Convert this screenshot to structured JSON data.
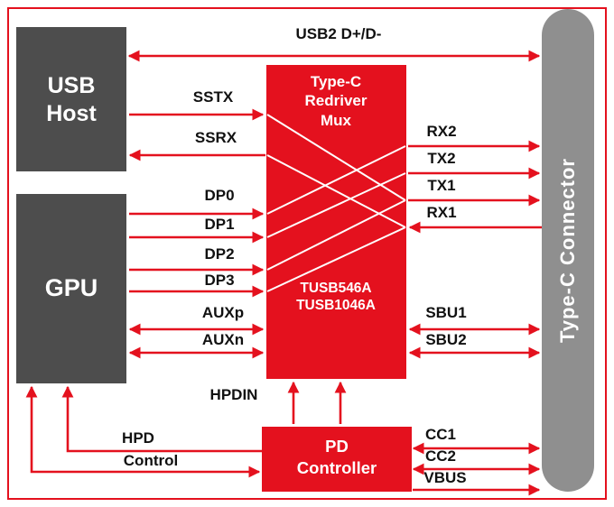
{
  "title": "Type-C Redriver Mux block diagram",
  "colors": {
    "accent_red": "#e4111e",
    "box_gray": "#4d4d4d",
    "connector_gray": "#8f8f8f",
    "background": "#ffffff",
    "label_text": "#111111",
    "box_text": "#ffffff"
  },
  "boxes": {
    "usb_host": "USB\nHost",
    "gpu": "GPU",
    "mux_title": "Type-C\nRedriver\nMux",
    "mux_parts": "TUSB546A\nTUSB1046A",
    "pd_controller": "PD\nController",
    "connector": "Type-C Connector"
  },
  "signals": {
    "usb2": "USB2 D+/D-",
    "sstx": "SSTX",
    "ssrx": "SSRX",
    "dp0": "DP0",
    "dp1": "DP1",
    "dp2": "DP2",
    "dp3": "DP3",
    "auxp": "AUXp",
    "auxn": "AUXn",
    "rx2": "RX2",
    "tx2": "TX2",
    "tx1": "TX1",
    "rx1": "RX1",
    "sbu1": "SBU1",
    "sbu2": "SBU2",
    "hpdin": "HPDIN",
    "hpd": "HPD",
    "control": "Control",
    "cc1": "CC1",
    "cc2": "CC2",
    "vbus": "VBUS"
  }
}
